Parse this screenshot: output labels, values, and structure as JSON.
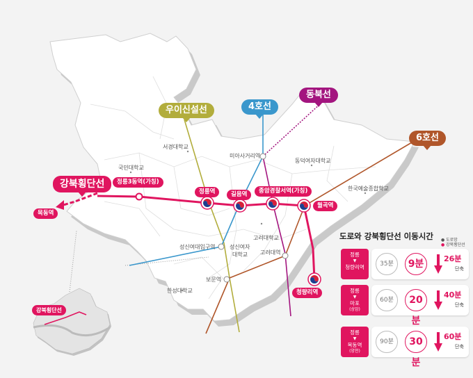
{
  "lines": {
    "gangbuk": {
      "label": "강북횡단선",
      "color": "#e0155f"
    },
    "wooi": {
      "label": "우이신설선",
      "color": "#b2ad3c"
    },
    "line4": {
      "label": "4호선",
      "color": "#3a97cc"
    },
    "dongbuk": {
      "label": "동북선",
      "color": "#a3157f"
    },
    "line6": {
      "label": "6호선",
      "color": "#b0562a"
    }
  },
  "stations": {
    "mokdong": "목동역",
    "jeongneung3": "정릉3동역(가칭)",
    "jeongneung": "정릉역",
    "gireum": "길음역",
    "jongam": "종암경찰서역(가칭)",
    "wolgok": "월곡역",
    "cheongnyangni": "청량리역"
  },
  "places": {
    "seogyeong": "서경대학교",
    "kookmin": "국민대학교",
    "miasageori": "미아사거리역",
    "dongduk": "동덕여자대학교",
    "knua": "한국예술종합학교",
    "sungshinEntrance": "성신여대입구역",
    "sungshin1": "성신여자",
    "sungshin2": "대학교",
    "korea": "고려대학교",
    "koreaStn": "고려대역",
    "bomun": "보문역",
    "hansung": "한성대학교"
  },
  "panel": {
    "title": "도로와 강북횡단선 이동시간",
    "legend_road": "도로망",
    "legend_line": "강북횡단선",
    "arrow": "▼",
    "reduce_unit": "단축",
    "rows": [
      {
        "from": "정릉",
        "to": "청량리역",
        "to_sub": "",
        "road": "35분",
        "line": "9분",
        "saved": "26분"
      },
      {
        "from": "정릉",
        "to": "마포",
        "to_sub": "(상암)",
        "road": "60분",
        "line": "20분",
        "saved": "40분"
      },
      {
        "from": "정릉",
        "to": "목동역",
        "to_sub": "(양천)",
        "road": "90분",
        "line": "30분",
        "saved": "60분"
      }
    ]
  },
  "inset": {
    "label": "강북횡단선"
  }
}
